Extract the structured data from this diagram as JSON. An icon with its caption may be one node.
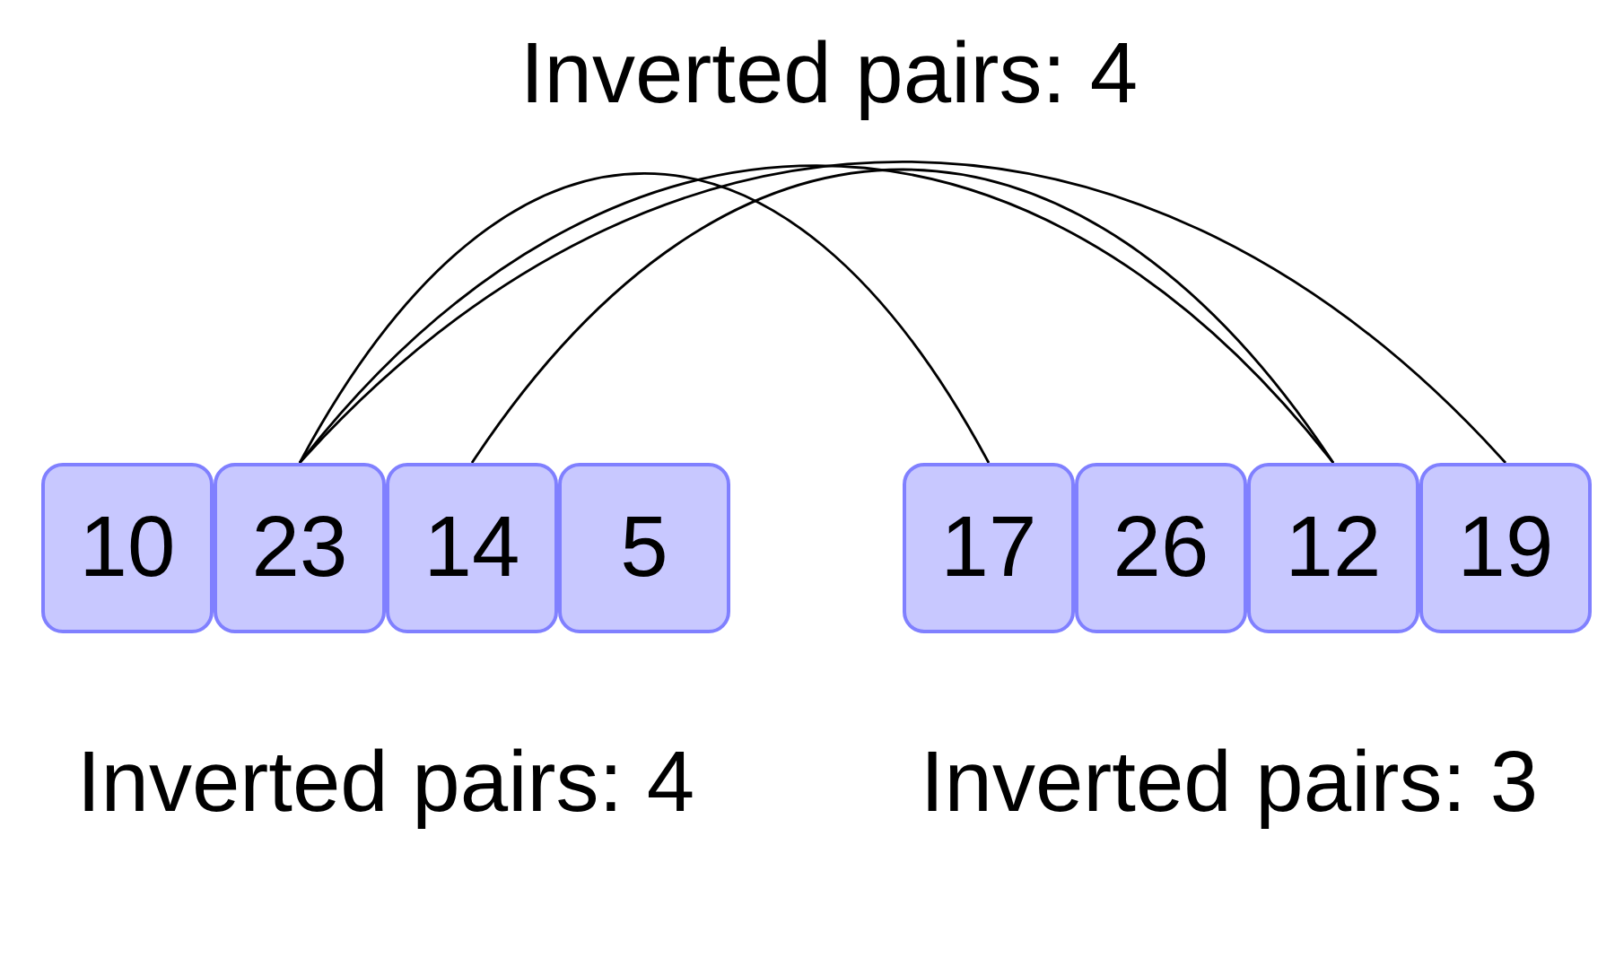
{
  "diagram": {
    "title": "Inverted pairs: 4",
    "nodes": [
      {
        "text": [
          "10"
        ]
      },
      {
        "text": [
          "23"
        ]
      },
      {
        "text": [
          "14"
        ]
      },
      {
        "text": [
          "5"
        ]
      },
      {
        "text": [
          "17"
        ]
      },
      {
        "text": [
          "26"
        ]
      },
      {
        "text": [
          "12"
        ]
      },
      {
        "text": [
          "19"
        ]
      }
    ],
    "edges": [
      {
        "from": 1,
        "to": 4,
        "arrow": "none"
      },
      {
        "from": 1,
        "to": 6,
        "arrow": "none"
      },
      {
        "from": 1,
        "to": 7,
        "arrow": "none"
      },
      {
        "from": 2,
        "to": 6,
        "arrow": "none"
      }
    ],
    "labels": [
      "Inverted pairs: 4",
      "Inverted pairs: 3"
    ]
  }
}
